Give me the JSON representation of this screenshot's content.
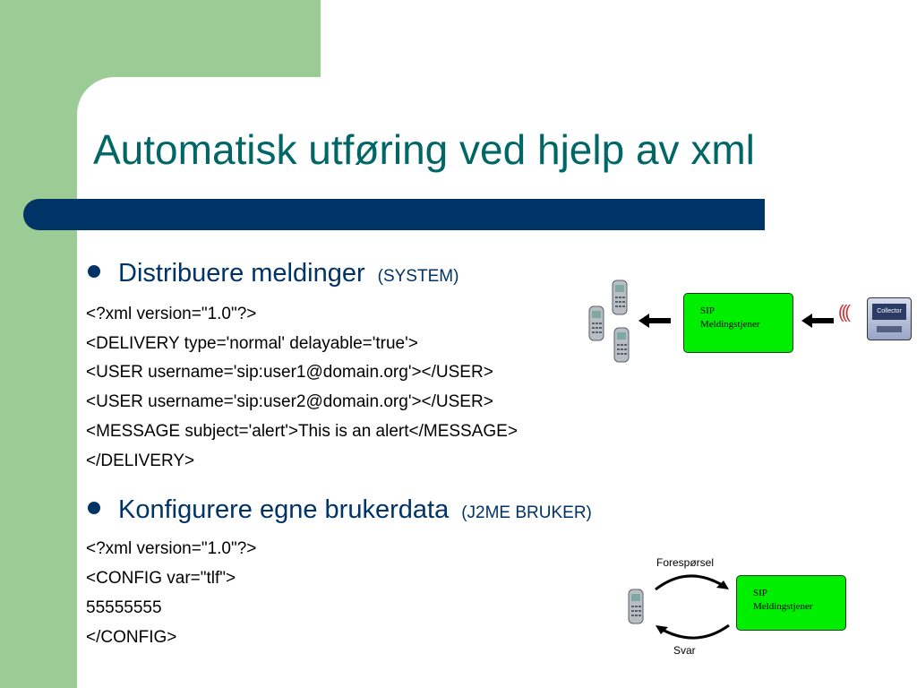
{
  "title": "Automatisk utføring ved hjelp av xml",
  "sections": [
    {
      "heading": "Distribuere meldinger",
      "tag": "(SYSTEM)",
      "lines": [
        "<?xml version=\"1.0\"?>",
        "<DELIVERY type='normal' delayable='true'>",
        "<USER username='sip:user1@domain.org'></USER>",
        "<USER username='sip:user2@domain.org'></USER>",
        "<MESSAGE subject='alert'>This is an alert</MESSAGE>",
        "</DELIVERY>"
      ]
    },
    {
      "heading": "Konfigurere egne brukerdata",
      "tag": "(J2ME BRUKER)",
      "lines": [
        "<?xml version=\"1.0\"?>",
        "<CONFIG var=\"tlf\">",
        "55555555",
        "</CONFIG>"
      ]
    }
  ],
  "diagram1": {
    "server_line1": "SIP",
    "server_line2": "Meldingstjener",
    "collector_label": "Collector"
  },
  "diagram2": {
    "server_line1": "SIP",
    "server_line2": "Meldingstjener",
    "request_label": "Forespørsel",
    "response_label": "Svar"
  },
  "colors": {
    "accent_green": "#9ccc96",
    "title_teal": "#006666",
    "navy": "#003366",
    "server_green": "#00ee00"
  }
}
